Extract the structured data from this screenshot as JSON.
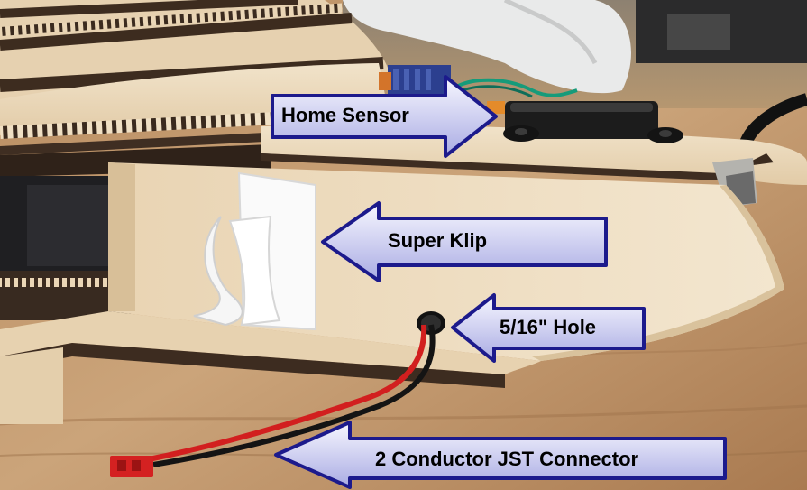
{
  "callouts": {
    "home_sensor": "Home Sensor",
    "super_klip": "Super Klip",
    "hole": "5/16\" Hole",
    "jst_connector": "2 Conductor JST Connector"
  },
  "colors": {
    "arrow_fill_light": "#f4f4ff",
    "arrow_fill_dark": "#aeb0e6",
    "arrow_stroke": "#1c1a8c",
    "wire_red": "#d21f1f",
    "wire_black": "#141414",
    "plywood": "#ead6b8"
  }
}
